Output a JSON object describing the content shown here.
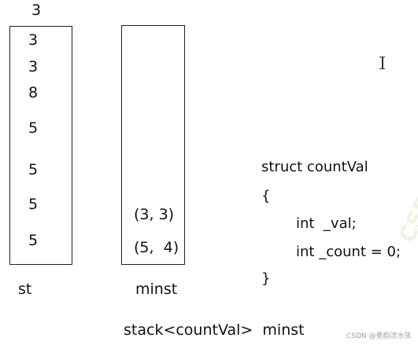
{
  "st_top_value": "3",
  "st_stack": [
    "3",
    "3",
    "8",
    "5",
    "5",
    "5",
    "5"
  ],
  "minst_stack": [
    "(3, 3)",
    "(5,  4)"
  ],
  "labels": {
    "st": "st",
    "minst": "minst",
    "declaration": "stack<countVal>  minst"
  },
  "struct_code": {
    "line1": "struct countVal",
    "line2": "{",
    "line3": "int  _val;",
    "line4": "int _count = 0;",
    "line5": "}"
  },
  "watermark": {
    "footer": "CSDN @墨韵流水弦",
    "diagonal": "CSDN@..."
  },
  "icons": {
    "cursor": "text-cursor-icon"
  }
}
